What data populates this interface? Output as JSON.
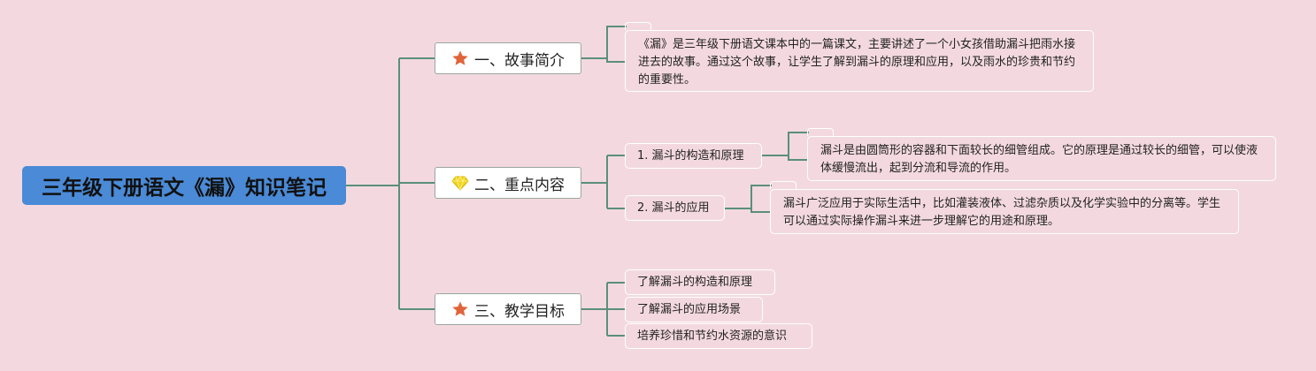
{
  "root": {
    "title": "三年级下册语文《漏》知识笔记"
  },
  "branches": [
    {
      "label": "一、故事简介",
      "icon": "star-icon",
      "icon_color": "#e0643a"
    },
    {
      "label": "二、重点内容",
      "icon": "diamond-icon",
      "icon_color": "#f2d41c"
    },
    {
      "label": "三、教学目标",
      "icon": "star-icon",
      "icon_color": "#e0643a"
    }
  ],
  "intro": {
    "text": "《漏》是三年级下册语文课本中的一篇课文，主要讲述了一个小女孩借助漏斗把雨水接进去的故事。通过这个故事，让学生了解到漏斗的原理和应用，以及雨水的珍贵和节约的重要性。"
  },
  "key_points": [
    {
      "label": "1. 漏斗的构造和原理",
      "detail": "漏斗是由圆筒形的容器和下面较长的细管组成。它的原理是通过较长的细管，可以使液体缓慢流出，起到分流和导流的作用。"
    },
    {
      "label": "2. 漏斗的应用",
      "detail": "漏斗广泛应用于实际生活中，比如灌装液体、过滤杂质以及化学实验中的分离等。学生可以通过实际操作漏斗来进一步理解它的用途和原理。"
    }
  ],
  "goals": [
    "了解漏斗的构造和原理",
    "了解漏斗的应用场景",
    "培养珍惜和节约水资源的意识"
  ],
  "colors": {
    "background": "#f3d9df",
    "root": "#4a8ad6",
    "connector": "#5a8f7b"
  }
}
